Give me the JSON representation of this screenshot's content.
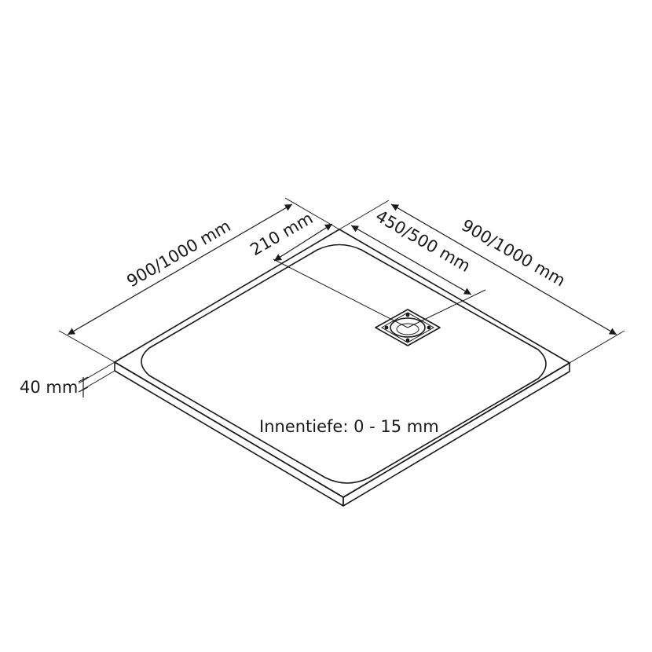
{
  "dimensions": {
    "width_left": "900/1000 mm",
    "drain_offset": "210 mm",
    "drain_position": "450/500 mm",
    "width_right": "900/1000 mm",
    "height": "40 mm"
  },
  "inner_depth": "Innentiefe: 0 - 15 mm",
  "colors": {
    "surface": "#e6f4fb",
    "line": "#1a1a1a"
  }
}
